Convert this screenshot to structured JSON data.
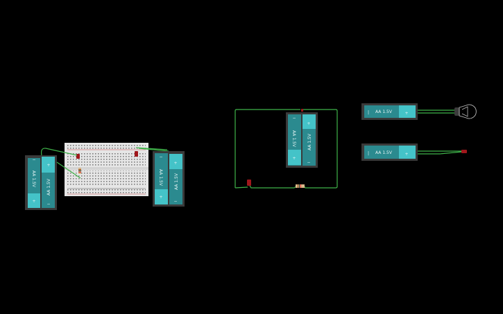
{
  "canvas": {
    "background": "#000000",
    "wire_color": "#3fb34a",
    "battery_color": "#2b8a8f",
    "battery_cap_color": "#44c3c8",
    "holder_color": "#3a3a3a",
    "led_color": "#a0171c"
  },
  "circuits": [
    {
      "name": "breadboard-circuit",
      "components": [
        {
          "type": "battery-pack-2xAA",
          "cells": [
            {
              "label": "AA 1.5V",
              "minus": "−",
              "plus": "+"
            },
            {
              "label": "AA 1.5V",
              "minus": "−",
              "plus": "+"
            }
          ]
        },
        {
          "type": "breadboard"
        },
        {
          "type": "led",
          "color": "red"
        },
        {
          "type": "led",
          "color": "red"
        },
        {
          "type": "resistor"
        },
        {
          "type": "battery-pack-2xAA",
          "cells": [
            {
              "label": "AA 1.5V",
              "minus": "−",
              "plus": "+"
            },
            {
              "label": "AA 1.5V",
              "minus": "−",
              "plus": "+"
            }
          ]
        }
      ]
    },
    {
      "name": "series-loop-circuit",
      "components": [
        {
          "type": "battery-pack-2xAA",
          "cells": [
            {
              "label": "AA 1.5V",
              "minus": "−",
              "plus": "+"
            },
            {
              "label": "AA 1.5V",
              "minus": "−",
              "plus": "+"
            }
          ]
        },
        {
          "type": "led",
          "color": "red"
        },
        {
          "type": "resistor"
        }
      ]
    },
    {
      "name": "bulb-circuit",
      "components": [
        {
          "type": "battery-1xAA",
          "label": "AA 1.5V",
          "minus": "|",
          "plus": "+"
        },
        {
          "type": "light-bulb"
        }
      ]
    },
    {
      "name": "led-circuit",
      "components": [
        {
          "type": "battery-1xAA",
          "label": "AA 1.5V",
          "minus": "|",
          "plus": "+"
        },
        {
          "type": "led",
          "color": "red"
        }
      ]
    }
  ],
  "labels": {
    "cell": "AA 1.5V",
    "plus": "+",
    "minus": "−",
    "minus_bar": "|"
  }
}
